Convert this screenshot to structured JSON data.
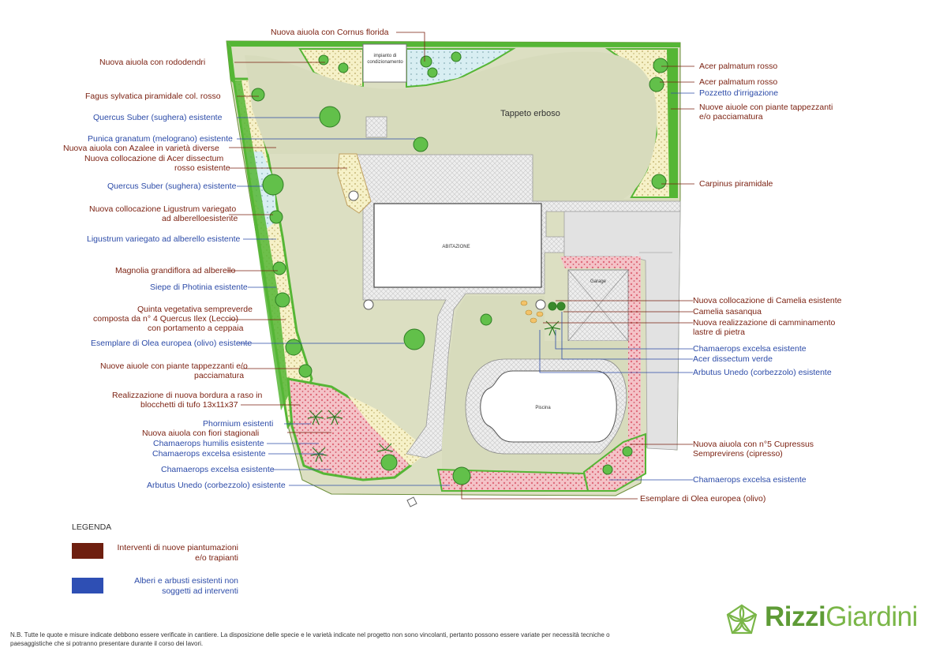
{
  "labels_left": [
    {
      "text": "Nuova aiuola con Cornus florida",
      "kind": "new"
    },
    {
      "text": "Nuova aiuola con rododendri",
      "kind": "new"
    },
    {
      "text": "Fagus sylvatica piramidale col. rosso",
      "kind": "new"
    },
    {
      "text": "Quercus Suber (sughera) esistente",
      "kind": "existing"
    },
    {
      "text": "Punica granatum (melograno) esistente",
      "kind": "existing"
    },
    {
      "text": "Nuova aiuola con Azalee in varietà diverse",
      "kind": "new"
    },
    {
      "text": "Nuova collocazione di Acer dissectum",
      "kind": "new"
    },
    {
      "text": "rosso esistente",
      "kind": "new"
    },
    {
      "text": "Quercus Suber (sughera) esistente",
      "kind": "existing"
    },
    {
      "text": "Nuova collocazione Ligustrum variegato",
      "kind": "new"
    },
    {
      "text": "ad alberelloesistente",
      "kind": "new"
    },
    {
      "text": "Ligustrum variegato ad alberello esistente",
      "kind": "existing"
    },
    {
      "text": "Magnolia grandiflora ad alberello",
      "kind": "new"
    },
    {
      "text": "Siepe di Photinia esistente",
      "kind": "existing"
    },
    {
      "text": "Quinta vegetativa sempreverde",
      "kind": "new"
    },
    {
      "text": "composta da n° 4 Quercus Ilex (Leccio)",
      "kind": "new"
    },
    {
      "text": "con portamento a ceppaia",
      "kind": "new"
    },
    {
      "text": "Esemplare di Olea europea (olivo)  esistente",
      "kind": "existing"
    },
    {
      "text": "Nuove aiuole con piante tappezzanti e/o",
      "kind": "new"
    },
    {
      "text": "pacciamatura",
      "kind": "new"
    },
    {
      "text": "Realizzazione di nuova bordura a raso in",
      "kind": "new"
    },
    {
      "text": "blocchetti di tufo 13x11x37",
      "kind": "new"
    },
    {
      "text": "Phormium esistenti",
      "kind": "existing"
    },
    {
      "text": "Nuova aiuola con fiori stagionali",
      "kind": "new"
    },
    {
      "text": "Chamaerops humilis esistente",
      "kind": "existing"
    },
    {
      "text": "Chamaerops excelsa esistente",
      "kind": "existing"
    },
    {
      "text": "Chamaerops excelsa esistente",
      "kind": "existing"
    },
    {
      "text": "Arbutus Unedo (corbezzolo) esistente",
      "kind": "existing"
    }
  ],
  "labels_right": [
    {
      "text": "Acer palmatum rosso",
      "kind": "new"
    },
    {
      "text": "Acer palmatum rosso",
      "kind": "new"
    },
    {
      "text": "Pozzetto d'irrigazione",
      "kind": "existing"
    },
    {
      "text": "Nuove aiuole con piante tappezzanti",
      "kind": "new"
    },
    {
      "text": "e/o pacciamatura",
      "kind": "new"
    },
    {
      "text": "Carpinus piramidale",
      "kind": "new"
    },
    {
      "text": "Nuova collocazione di Camelia esistente",
      "kind": "new"
    },
    {
      "text": "Camelia sasanqua",
      "kind": "new"
    },
    {
      "text": "Nuova realizzazione di camminamento",
      "kind": "new"
    },
    {
      "text": "lastre di pietra",
      "kind": "new"
    },
    {
      "text": "Chamaerops excelsa esistente",
      "kind": "existing"
    },
    {
      "text": "Acer dissectum verde",
      "kind": "existing"
    },
    {
      "text": "Arbutus Unedo (corbezzolo) esistente",
      "kind": "existing"
    },
    {
      "text": "Nuova aiuola con n°5 Cupressus",
      "kind": "new"
    },
    {
      "text": "Semprevirens (cipresso)",
      "kind": "new"
    },
    {
      "text": "Chamaerops excelsa esistente",
      "kind": "existing"
    },
    {
      "text": "Esemplare di Olea europea (olivo)",
      "kind": "new"
    }
  ],
  "plan_text": {
    "impianto": [
      "impianto di",
      "condizionamento"
    ],
    "tappeto": "Tappeto erboso",
    "abitazione": "ABITAZIONE",
    "garage": "Garage",
    "piscina": "Piscina"
  },
  "legend": {
    "title": "LEGENDA",
    "items": [
      {
        "color": "#6e1f10",
        "lines": [
          "Interventi di nuove piantumazioni",
          "e/o trapianti"
        ],
        "kind": "new"
      },
      {
        "color": "#2e4fb4",
        "lines": [
          "Alberi e arbusti esistenti non",
          "soggetti ad interventi"
        ],
        "kind": "existing"
      }
    ]
  },
  "note": "N.B. Tutte le quote e misure indicate debbono essere verificate in cantiere. La disposizione delle specie e le varietà indicate nel progetto non sono vincolanti, pertanto possono essere variate per necessità tecniche o paesaggistiche che si potranno presentare durante il corso dei lavori.",
  "logo": {
    "part1": "Rizzi",
    "part2": "Giardini"
  },
  "colors": {
    "new": "#7a1f0f",
    "existing": "#2c4ba8",
    "lawn": "#dcdfc4",
    "hedge": "#4caf2f",
    "paving": "#e8e8e8",
    "pink_bed": "#f3b8c0",
    "yellow_bed": "#f5eec0",
    "blue_bed": "#d6ecf0"
  }
}
